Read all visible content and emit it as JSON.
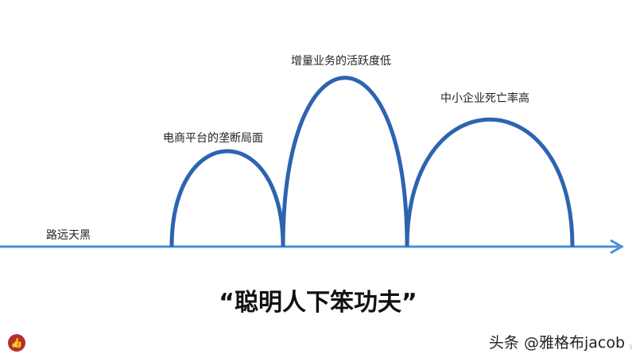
{
  "diagram": {
    "stages": [
      {
        "label": "路远天黑"
      },
      {
        "label": "电商平台的垄断局面"
      },
      {
        "label": "增量业务的活跃度低"
      },
      {
        "label": "中小企业死亡率高"
      }
    ],
    "title": "“聪明人下笨功夫”",
    "colors": {
      "arc": "#2d64b0",
      "axis": "#4a8fd8"
    }
  },
  "footer": {
    "watermark": "头条 @雅格布jacob",
    "page_number": "5",
    "like_icon": "thumbs-up-icon"
  }
}
